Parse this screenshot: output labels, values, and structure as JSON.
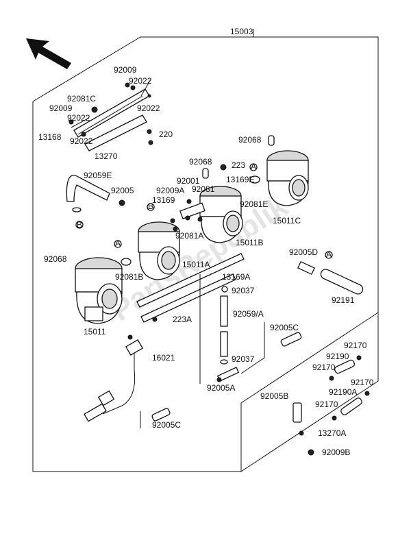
{
  "diagram": {
    "assembly_number": "15003",
    "watermark": "PartsRepublik",
    "callouts": [
      {
        "id": "c-92009-top",
        "text": "92009"
      },
      {
        "id": "c-92022-top",
        "text": "92022"
      },
      {
        "id": "c-92081c",
        "text": "92081C"
      },
      {
        "id": "c-92009-mid",
        "text": "92009"
      },
      {
        "id": "c-92022-right",
        "text": "92022"
      },
      {
        "id": "c-92022-left",
        "text": "92022"
      },
      {
        "id": "c-13168",
        "text": "13168"
      },
      {
        "id": "c-92022-low",
        "text": "92022"
      },
      {
        "id": "c-220",
        "text": "220"
      },
      {
        "id": "c-13270",
        "text": "13270"
      },
      {
        "id": "c-92068-right",
        "text": "92068"
      },
      {
        "id": "c-92068-mid",
        "text": "92068"
      },
      {
        "id": "c-223",
        "text": "223"
      },
      {
        "id": "c-92059e",
        "text": "92059E"
      },
      {
        "id": "c-92001",
        "text": "92001"
      },
      {
        "id": "c-13169e",
        "text": "13169E"
      },
      {
        "id": "c-92005-top",
        "text": "92005"
      },
      {
        "id": "c-92009a",
        "text": "92009A"
      },
      {
        "id": "c-92081",
        "text": "92081"
      },
      {
        "id": "c-13169",
        "text": "13169"
      },
      {
        "id": "c-92081e",
        "text": "92081E"
      },
      {
        "id": "c-15011c",
        "text": "15011C"
      },
      {
        "id": "c-92081a",
        "text": "92081A"
      },
      {
        "id": "c-15011b",
        "text": "15011B"
      },
      {
        "id": "c-92068-left",
        "text": "92068"
      },
      {
        "id": "c-92005d",
        "text": "92005D"
      },
      {
        "id": "c-15011a",
        "text": "15011A"
      },
      {
        "id": "c-92081b",
        "text": "92081B"
      },
      {
        "id": "c-13169a",
        "text": "13169A"
      },
      {
        "id": "c-92037-top",
        "text": "92037"
      },
      {
        "id": "c-92191",
        "text": "92191"
      },
      {
        "id": "c-223a",
        "text": "223A"
      },
      {
        "id": "c-15011",
        "text": "15011"
      },
      {
        "id": "c-92059a",
        "text": "92059/A"
      },
      {
        "id": "c-92005c-right",
        "text": "92005C"
      },
      {
        "id": "c-16021",
        "text": "16021"
      },
      {
        "id": "c-92037-bot",
        "text": "92037"
      },
      {
        "id": "c-92170-a",
        "text": "92170"
      },
      {
        "id": "c-92190",
        "text": "92190"
      },
      {
        "id": "c-92170-b",
        "text": "92170"
      },
      {
        "id": "c-92170-c",
        "text": "92170"
      },
      {
        "id": "c-92005a",
        "text": "92005A"
      },
      {
        "id": "c-92005b",
        "text": "92005B"
      },
      {
        "id": "c-92190a",
        "text": "92190A"
      },
      {
        "id": "c-92170-d",
        "text": "92170"
      },
      {
        "id": "c-92005c-bot",
        "text": "92005C"
      },
      {
        "id": "c-13270a",
        "text": "13270A"
      },
      {
        "id": "c-92009b",
        "text": "92009B"
      }
    ],
    "reference_markers": [
      {
        "id": "m-a1",
        "text": "A"
      },
      {
        "id": "m-a2",
        "text": "A"
      },
      {
        "id": "m-a3",
        "text": "A"
      },
      {
        "id": "m-b1",
        "text": "B"
      },
      {
        "id": "m-b2",
        "text": "B"
      }
    ]
  }
}
